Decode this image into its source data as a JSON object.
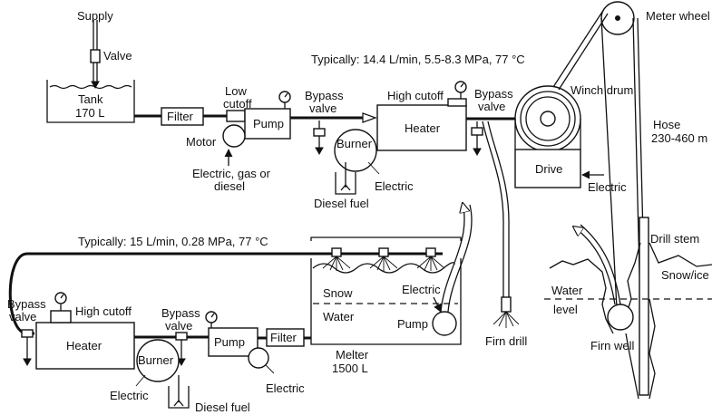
{
  "labels": {
    "supply": "Supply",
    "valve_top": "Valve",
    "tank": "Tank",
    "tank_vol": "170 L",
    "filter_top": "Filter",
    "low_cutoff_1": "Low",
    "low_cutoff_2": "cutoff",
    "pump_top": "Pump",
    "motor": "Motor",
    "power_1": "Electric, gas or",
    "power_2": "diesel",
    "bypass_top_1": "Bypass",
    "bypass_top_2": "valve",
    "typical_top": "Typically: 14.4 L/min, 5.5-8.3 MPa, 77 °C",
    "high_cutoff_top": "High cutoff",
    "heater_top": "Heater",
    "burner_top": "Burner",
    "electric_burner_top": "Electric",
    "diesel_fuel_top": "Diesel fuel",
    "bypass_right_1": "Bypass",
    "bypass_right_2": "valve",
    "winch_drum": "Winch drum",
    "drive": "Drive",
    "electric_drive": "Electric",
    "meter_wheel": "Meter wheel",
    "hose_1": "Hose",
    "hose_2": "230-460 m",
    "drill_stem": "Drill stem",
    "snow_ice": "Snow/ice",
    "water_level_1": "Water",
    "water_level_2": "level",
    "firn_well": "Firn well",
    "firn_drill": "Firn drill",
    "typical_bottom": "Typically: 15 L/min, 0.28 MPa, 77 °C",
    "snow": "Snow",
    "water": "Water",
    "electric_melter": "Electric",
    "pump_melter": "Pump",
    "melter": "Melter",
    "melter_vol": "1500 L",
    "filter_bottom": "Filter",
    "pump_bottom": "Pump",
    "electric_pump_bottom": "Electric",
    "bypass_mid_1": "Bypass",
    "bypass_mid_2": "valve",
    "high_cutoff_bottom": "High cutoff",
    "bypass_left_1": "Bypass",
    "bypass_left_2": "valve",
    "heater_bottom": "Heater",
    "burner_bottom": "Burner",
    "electric_burner_bottom": "Electric",
    "diesel_fuel_bottom": "Diesel fuel"
  }
}
